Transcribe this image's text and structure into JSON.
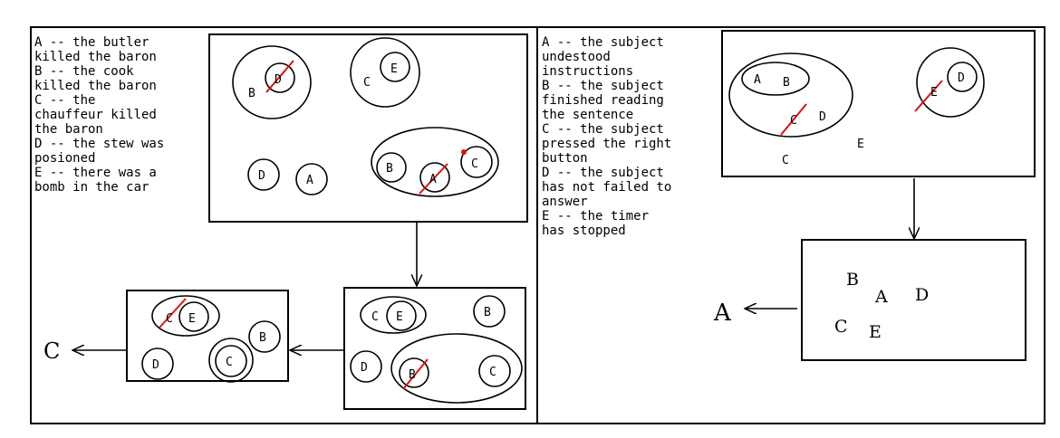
{
  "left_panel": {
    "legend": [
      "A -- the butler",
      "killed the baron",
      "B -- the cook",
      "killed the baron",
      "C -- the",
      "chauffeur killed",
      "the baron",
      "D -- the stew was",
      "posioned",
      "E -- there was a",
      "bomb in the car"
    ],
    "box1": {
      "labels": {
        "b": "B",
        "d": "D",
        "c": "C",
        "e": "E",
        "d2": "D",
        "a": "A",
        "b2": "B",
        "a2": "A",
        "c2": "C"
      }
    },
    "box2": {
      "labels": {
        "c": "C",
        "e": "E",
        "b": "B",
        "d": "D",
        "b2": "B",
        "c2": "C"
      }
    },
    "box3": {
      "labels": {
        "c": "C",
        "e": "E",
        "b": "B",
        "d": "D",
        "c2": "C"
      }
    },
    "result": "C"
  },
  "right_panel": {
    "legend": [
      "A -- the subject",
      "undestood",
      "instructions",
      "B -- the subject",
      "finished reading",
      "the sentence",
      "C -- the subject",
      "pressed the right",
      "button",
      "D -- the subject",
      "has not failed to",
      "answer",
      "E -- the timer",
      "has stopped"
    ],
    "box1": {
      "labels": {
        "a": "A",
        "b": "B",
        "c": "C",
        "d": "D",
        "d2": "D",
        "e": "E",
        "e2": "E",
        "c2": "C"
      }
    },
    "box2": {
      "labels": {
        "b": "B",
        "a": "A",
        "d": "D",
        "c": "C",
        "e": "E"
      }
    },
    "result": "A"
  }
}
